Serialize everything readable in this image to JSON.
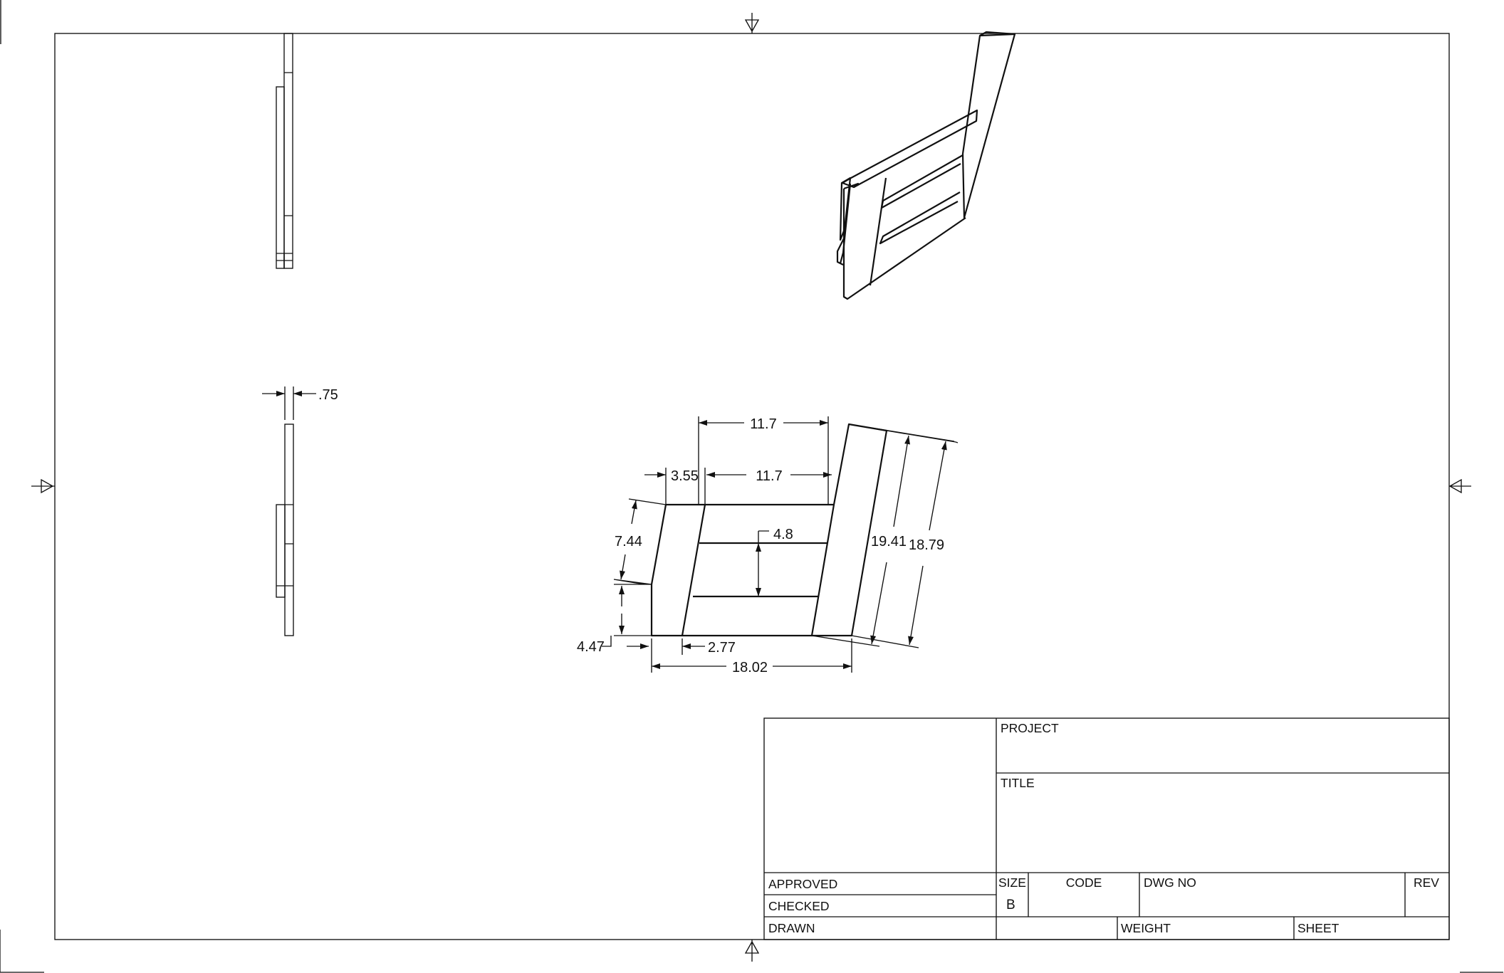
{
  "dimensions": {
    "thickness": ".75",
    "top_width": "11.7",
    "left_offset": "3.55",
    "inner_width": "11.7",
    "rail_gap": "4.8",
    "upper_height": "7.44",
    "lower_height": "4.47",
    "leg_offset": "2.77",
    "overall_width": "18.02",
    "back_height_inner": "19.41",
    "back_height_outer": "18.79"
  },
  "title_block": {
    "project_label": "PROJECT",
    "title_label": "TITLE",
    "approved_label": "APPROVED",
    "checked_label": "CHECKED",
    "drawn_label": "DRAWN",
    "size_label": "SIZE",
    "size_value": "B",
    "code_label": "CODE",
    "dwg_no_label": "DWG NO",
    "rev_label": "REV",
    "weight_label": "WEIGHT",
    "sheet_label": "SHEET"
  }
}
